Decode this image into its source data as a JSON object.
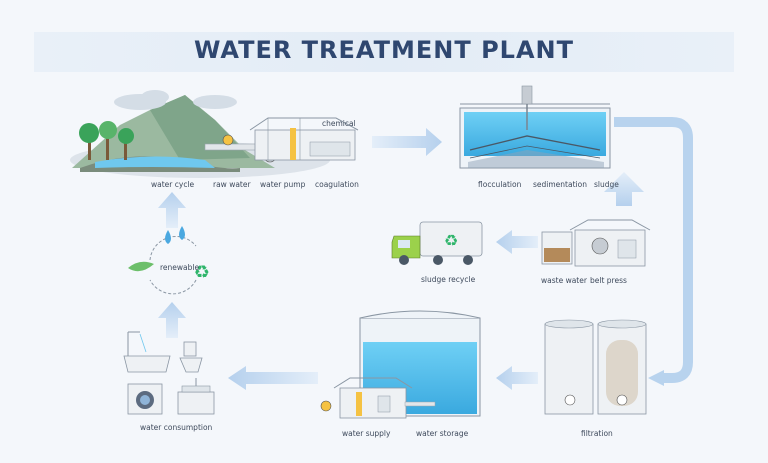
{
  "title": "WATER TREATMENT PLANT",
  "labels": {
    "chemical": "chemical",
    "water_cycle": "water cycle",
    "raw_water": "raw water",
    "water_pump": "water pump",
    "coagulation": "coagulation",
    "flocculation": "flocculation",
    "sedimentation": "sedimentation",
    "sludge": "sludge",
    "sludge_recycle": "sludge recycle",
    "waste_water": "waste water",
    "belt_press": "belt press",
    "renewable": "renewable",
    "water_consumption": "water consumption",
    "water_supply": "water supply",
    "water_storage": "water storage",
    "filtration": "filtration"
  },
  "colors": {
    "title": "#2f4770",
    "arrow": "#b8d3ee",
    "water": "#5cc0ec",
    "recycle": "#2fb56b"
  }
}
